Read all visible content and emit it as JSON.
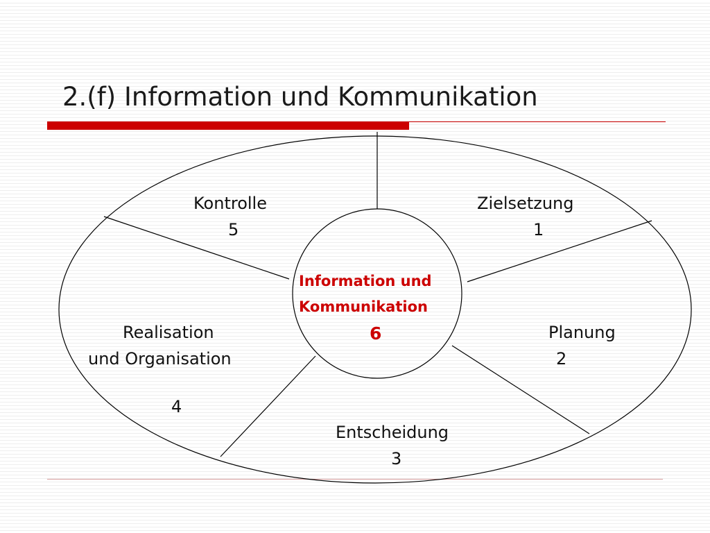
{
  "title": "2.(f) Information und Kommunikation",
  "colors": {
    "accent": "#cc0000",
    "line": "#000000",
    "rule": "#d9a0a0"
  },
  "center": {
    "line1": "Information und",
    "line2": "Kommunikation",
    "number": "6"
  },
  "sections": {
    "zielsetzung": {
      "label": "Zielsetzung",
      "number": "1"
    },
    "planung": {
      "label": "Planung",
      "number": "2"
    },
    "entscheidung": {
      "label": "Entscheidung",
      "number": "3"
    },
    "realisation": {
      "label_line1": "Realisation",
      "label_line2": "und Organisation",
      "number": "4"
    },
    "kontrolle": {
      "label": "Kontrolle",
      "number": "5"
    }
  }
}
